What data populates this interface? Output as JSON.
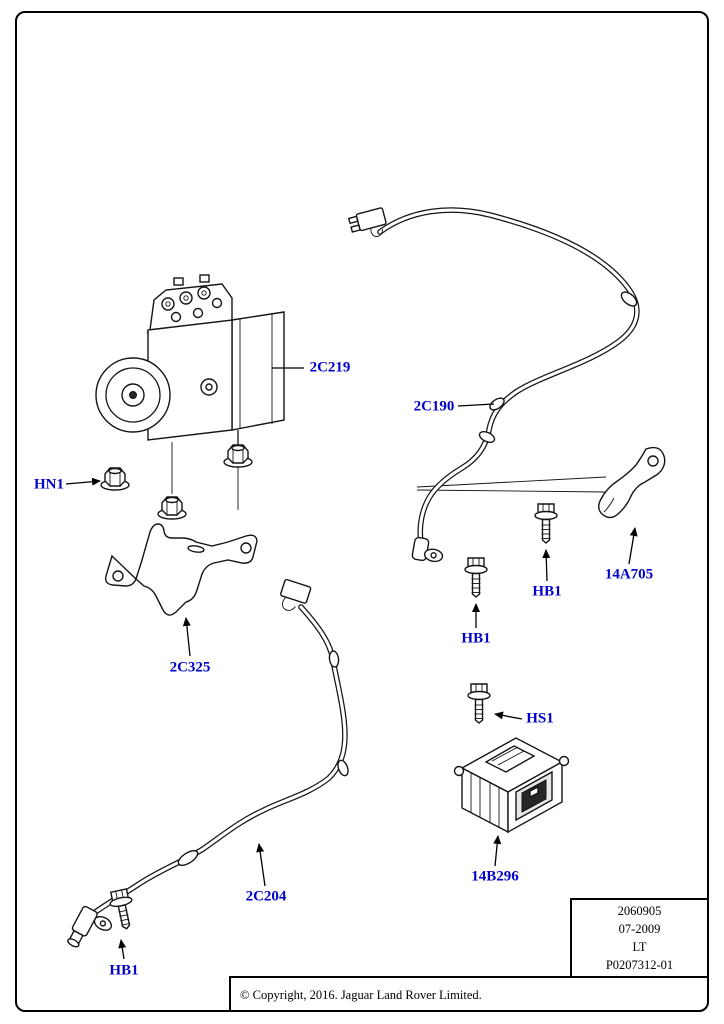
{
  "colors": {
    "label": "#0000CC",
    "line": "#000000",
    "background": "#FFFFFF"
  },
  "callouts": [
    {
      "label": "2C219"
    },
    {
      "label": "2C190"
    },
    {
      "label": "HN1"
    },
    {
      "label": "HB1"
    },
    {
      "label": "14A705"
    },
    {
      "label": "HB1"
    },
    {
      "label": "2C325"
    },
    {
      "label": "HS1"
    },
    {
      "label": "14B296"
    },
    {
      "label": "2C204"
    },
    {
      "label": "HB1"
    }
  ],
  "title_block": {
    "line1": "2060905",
    "line2": "07-2009",
    "line3": "LT",
    "line4": "P0207312-01"
  },
  "footer": {
    "copyright": "© Copyright, 2016. Jaguar Land Rover Limited."
  }
}
